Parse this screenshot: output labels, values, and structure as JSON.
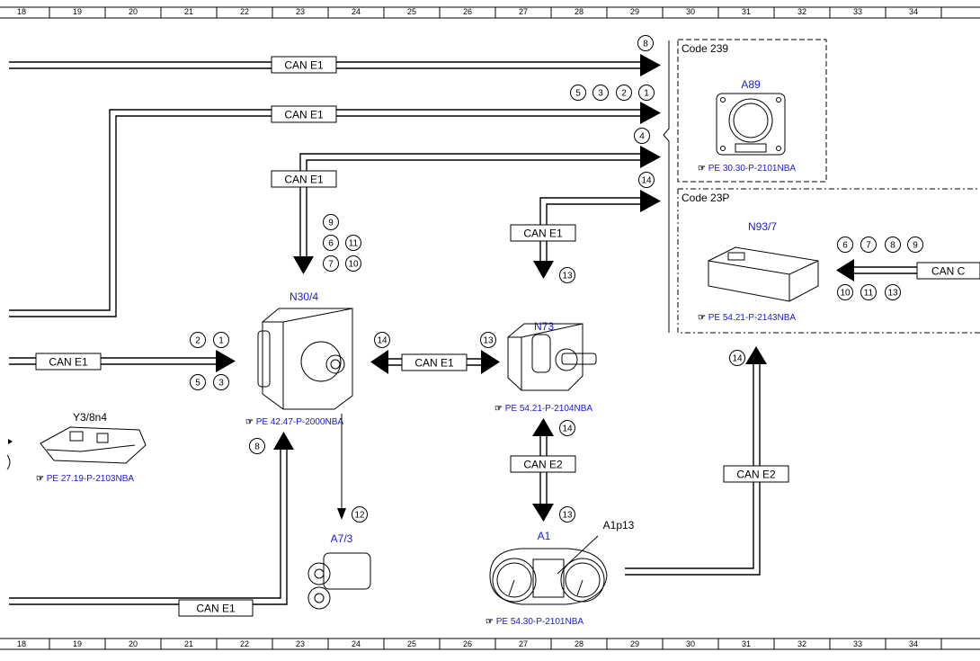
{
  "ruler": {
    "cols": [
      "18",
      "19",
      "20",
      "21",
      "22",
      "23",
      "24",
      "25",
      "26",
      "27",
      "28",
      "29",
      "30",
      "31",
      "32",
      "33",
      "34"
    ]
  },
  "bus": {
    "can_e1": "CAN E1",
    "can_e2": "CAN E2",
    "can_c": "CAN C"
  },
  "codes": {
    "c239": "Code 239",
    "c23p": "Code 23P"
  },
  "components": {
    "a89": "A89",
    "n93_7": "N93/7",
    "n30_4": "N30/4",
    "n73": "N73",
    "y3_8n4": "Y3/8n4",
    "a7_3": "A7/3",
    "a1": "A1",
    "a1p13": "A1p13"
  },
  "refs": {
    "a89": "PE 30.30-P-2101NBA",
    "n93_7": "PE 54.21-P-2143NBA",
    "n30_4": "PE 42.47-P-2000NBA",
    "n73": "PE 54.21-P-2104NBA",
    "y3_8n4": "PE 27.19-P-2103NBA",
    "a1": "PE 54.30-P-2101NBA"
  },
  "markers": {
    "top8": "8",
    "row2": [
      "5",
      "3",
      "2",
      "1"
    ],
    "m4": "4",
    "m14a": "14",
    "n30_top": [
      "9",
      "6",
      "11",
      "7",
      "10"
    ],
    "n30_left": [
      "2",
      "1",
      "5",
      "3"
    ],
    "m14b": "14",
    "m13a": "13",
    "m13b": "13",
    "m14c": "14",
    "m8b": "8",
    "m12": "12",
    "m13c": "13",
    "m14d": "14",
    "n93_top": [
      "6",
      "7",
      "8",
      "9"
    ],
    "n93_bot": [
      "10",
      "11",
      "13"
    ]
  }
}
